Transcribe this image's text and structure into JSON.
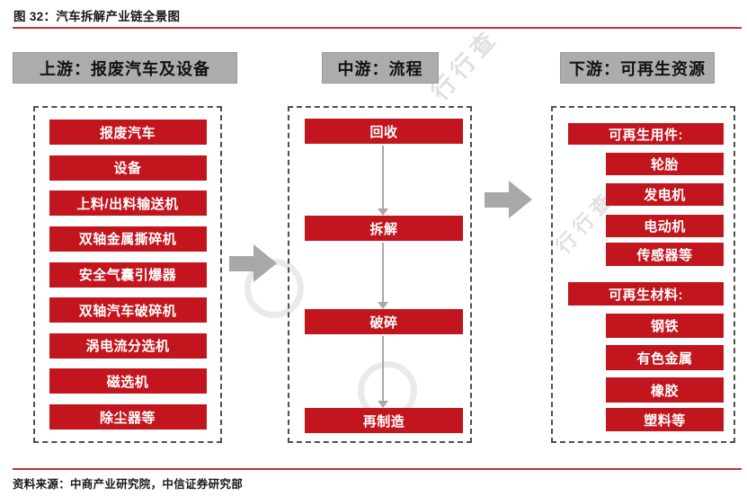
{
  "figure": {
    "title": "图 32：汽车拆解产业链全景图",
    "source": "资料来源：中商产业研究院，中信证券研究部"
  },
  "columns": {
    "upstream": {
      "header": "上游：报废汽车及设备",
      "items": [
        "报废汽车",
        "设备",
        "上料/出料输送机",
        "双轴金属撕碎机",
        "安全气囊引爆器",
        "双轴汽车破碎机",
        "涡电流分选机",
        "磁选机",
        "除尘器等"
      ]
    },
    "midstream": {
      "header": "中游：流程",
      "items": [
        "回收",
        "拆解",
        "破碎",
        "再制造"
      ]
    },
    "downstream": {
      "header": "下游：可再生资源",
      "sections": [
        {
          "label": "可再生用件:",
          "items": [
            "轮胎",
            "发电机",
            "电动机",
            "传感器等"
          ]
        },
        {
          "label": "可再生材料:",
          "items": [
            "钢铁",
            "有色金属",
            "橡胶",
            "塑料等"
          ]
        }
      ]
    }
  },
  "colors": {
    "box_red": "#C2151D",
    "header_gray": "#ACACAC",
    "arrow_gray": "#A8A8A8",
    "rule_red": "#C43338",
    "dashed_border": "#4F4F4F"
  },
  "watermark": {
    "text": "行行查"
  }
}
